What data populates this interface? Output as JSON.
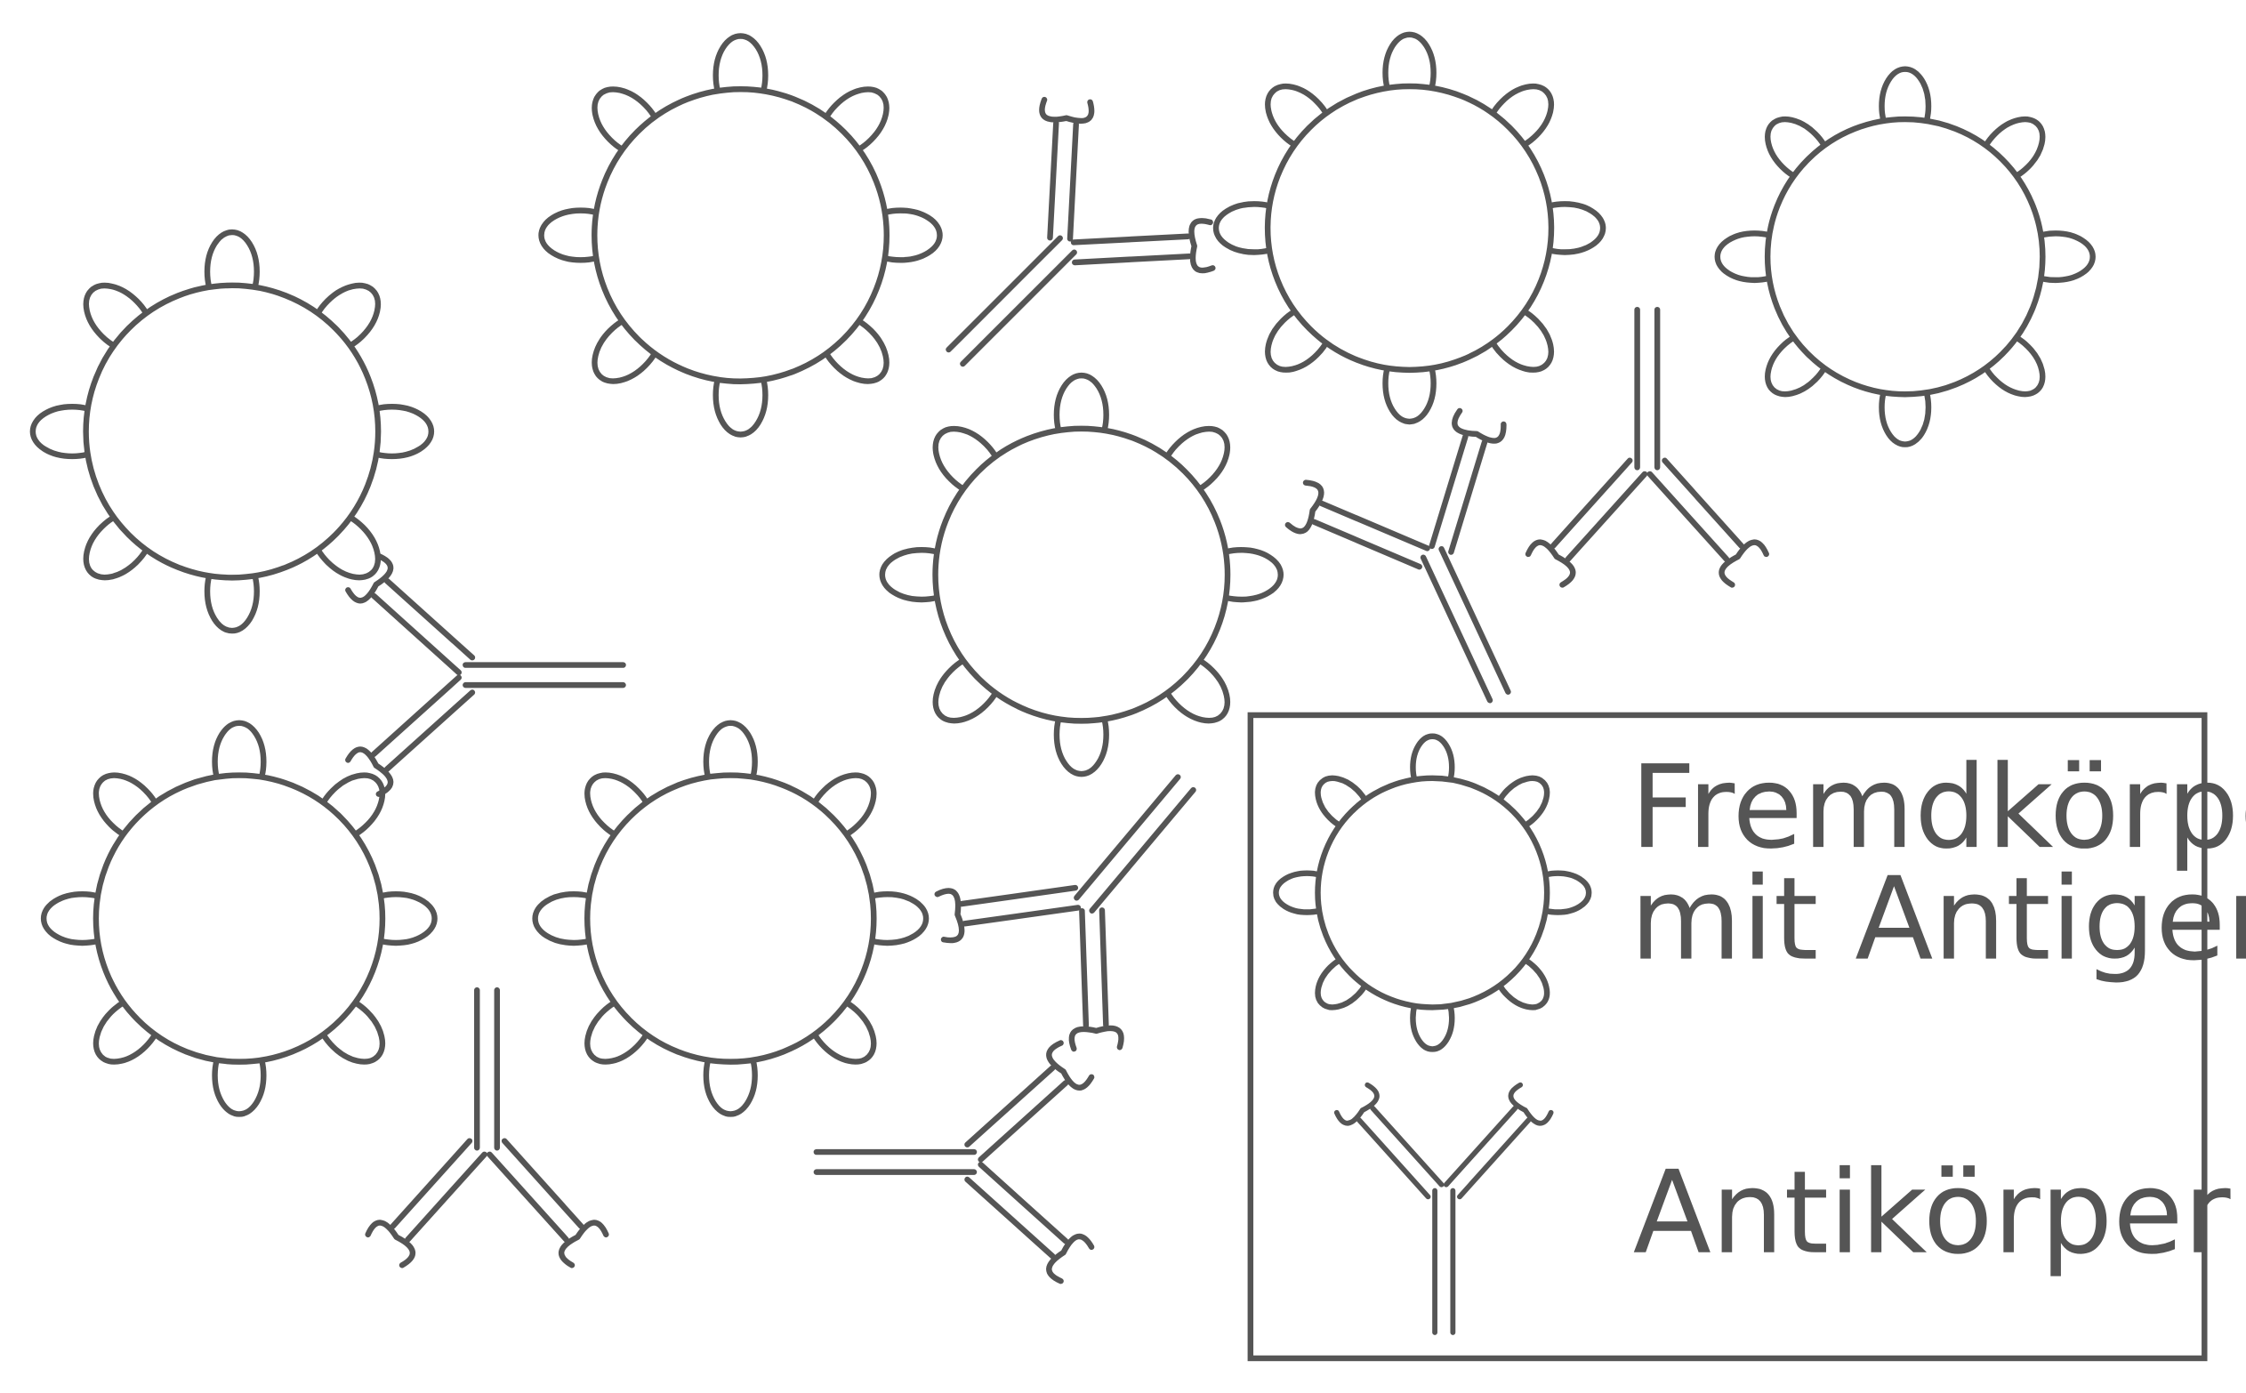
{
  "diagram": {
    "colors": {
      "stroke": "#555555",
      "background": "#ffffff"
    },
    "legend": {
      "pathogen_label_line1": "Fremdkörper",
      "pathogen_label_line2": "mit Antigenen",
      "antibody_label": "Antikörper"
    }
  }
}
